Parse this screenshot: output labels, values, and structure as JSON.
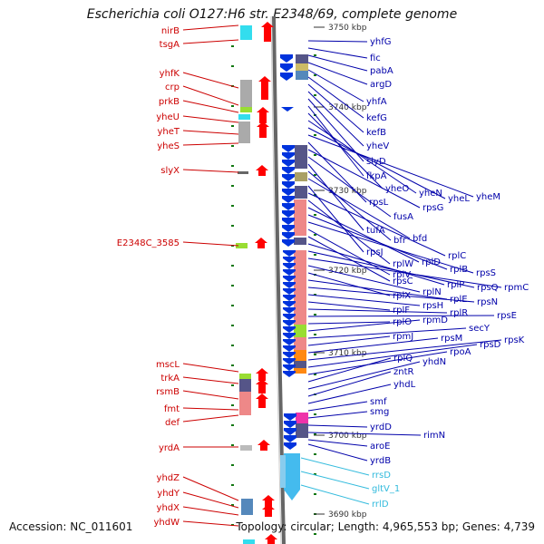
{
  "title": "Escherichia coli O127:H6 str. E2348/69, complete genome",
  "footer": {
    "accession": "Accession: NC_011601",
    "topology": "Topology: circular; Length: 4,965,553 bp; Genes: 4,739"
  },
  "colors": {
    "left_label": "#cc0000",
    "right_label": "#0000aa",
    "rna_label": "#33bbdd",
    "forward_gene": "#ff0000",
    "reverse_gene": "#0033dd",
    "rna_gene": "#44bbee",
    "backbone": "#888888",
    "tick": "#117711",
    "cog_pink": "#ee8888",
    "cog_lime": "#99dd33",
    "cog_orange": "#ff8811",
    "cog_slate": "#555588",
    "cog_gray": "#aaaaaa",
    "cog_cyan": "#33ddee",
    "cog_steel": "#5588bb"
  },
  "scale_labels": [
    "3750 kbp",
    "3740 kbp",
    "3730 kbp",
    "3720 kbp",
    "3710 kbp",
    "3700 kbp",
    "3690 kbp"
  ],
  "left_genes": [
    "nirB",
    "tsgA",
    "yhfK",
    "crp",
    "prkB",
    "yheU",
    "yheT",
    "yheS",
    "slyX",
    "E2348C_3585",
    "mscL",
    "trkA",
    "rsmB",
    "fmt",
    "def",
    "yrdA",
    "yhdZ",
    "yhdY",
    "yhdX",
    "yhdW"
  ],
  "right_genes": [
    "yhfG",
    "fic",
    "pabA",
    "argD",
    "yhfA",
    "kefG",
    "kefB",
    "yheV",
    "slyD",
    "fkpA",
    "yheO",
    "yheN",
    "yheL",
    "yheM",
    "rpsL",
    "rpsG",
    "fusA",
    "tufA",
    "bfr",
    "bfd",
    "rpsJ",
    "rplC",
    "rplW",
    "rplD",
    "rplB",
    "rpsS",
    "rplV",
    "rpsC",
    "rplP",
    "rpsQ",
    "rpmC",
    "rplN",
    "rplX",
    "rplE",
    "rpsN",
    "rpsH",
    "rplF",
    "rplR",
    "rpsE",
    "rplO",
    "rpmD",
    "secY",
    "rpmJ",
    "rpsM",
    "rpsK",
    "rpsD",
    "rpoA",
    "rplQ",
    "yhdN",
    "zntR",
    "yhdL",
    "smf",
    "smg",
    "yrdD",
    "rimN",
    "aroE",
    "yrdB"
  ],
  "rna_genes": [
    "rrsD",
    "gltV_1",
    "rrlD"
  ]
}
